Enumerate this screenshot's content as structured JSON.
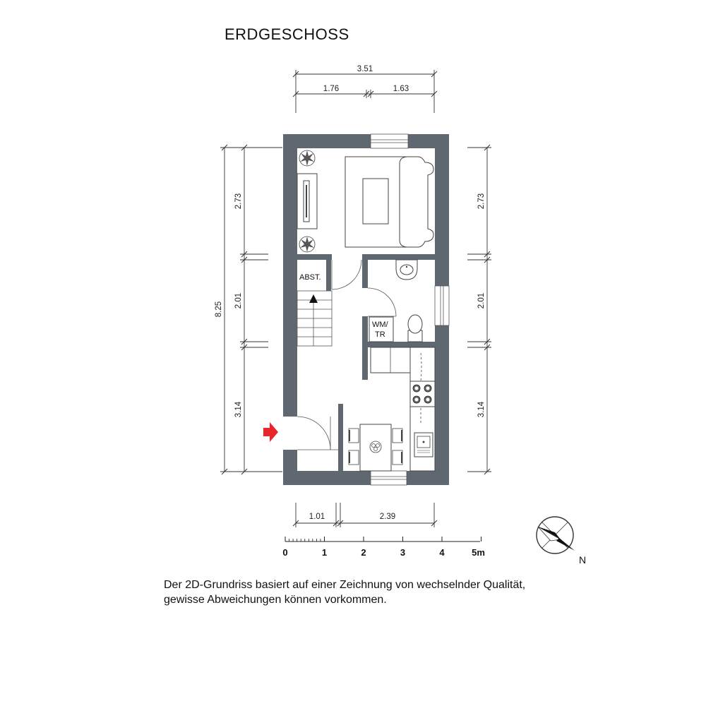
{
  "title": "ERDGESCHOSS",
  "dimensions": {
    "top_total": "3.51",
    "top_left": "1.76",
    "top_right": "1.63",
    "left_total": "8.25",
    "left_upper": "2.73",
    "left_middle": "2.01",
    "left_lower": "3.14",
    "right_upper": "2.73",
    "right_middle": "2.01",
    "right_lower": "3.14",
    "bottom_left": "1.01",
    "bottom_right": "2.39"
  },
  "rooms": {
    "storage_label": "ABST.",
    "laundry_label_line1": "WM/",
    "laundry_label_line2": "TR"
  },
  "scale_bar": {
    "labels": [
      "0",
      "1",
      "2",
      "3",
      "4",
      "5m"
    ]
  },
  "compass": {
    "label": "N"
  },
  "disclaimer": {
    "line1": "Der 2D-Grundriss basiert auf einer Zeichnung von wechselnder Qualität,",
    "line2": "gewisse Abweichungen können vorkommen."
  },
  "colors": {
    "wall": "#5f6770",
    "dim_line": "#333333",
    "entrance_arrow": "#e8262a",
    "furniture": "#444444"
  }
}
